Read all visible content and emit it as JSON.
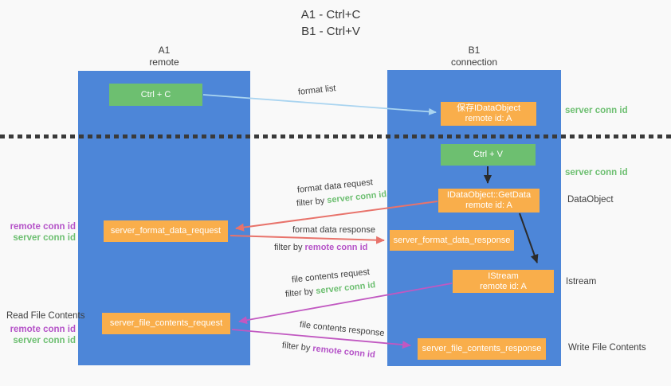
{
  "title": {
    "line1": "A1 - Ctrl+C",
    "line2": "B1 - Ctrl+V"
  },
  "columns": {
    "a": {
      "name": "A1",
      "role": "remote"
    },
    "b": {
      "name": "B1",
      "role": "connection"
    }
  },
  "boxes": {
    "ctrl_c": "Ctrl + C",
    "ctrl_v": "Ctrl + V",
    "save_idataobject": {
      "line1": "保存IDataObject",
      "line2": "remote id: A"
    },
    "getdata": {
      "line1": "IDataObject::GetData",
      "line2": "remote id: A"
    },
    "istream": {
      "line1": "IStream",
      "line2": "remote id: A"
    },
    "server_format_data_request": "server_format_data_request",
    "server_format_data_response": "server_format_data_response",
    "server_file_contents_request": "server_file_contents_request",
    "server_file_contents_response": "server_file_contents_response"
  },
  "arrow_labels": {
    "format_list": "format list",
    "format_data_request": "format data request",
    "format_data_response": "format data response",
    "file_contents_request": "file contents request",
    "file_contents_response": "file contents response",
    "filter_by": "filter by ",
    "server_conn_id": "server conn id",
    "remote_conn_id": "remote conn id"
  },
  "side_labels": {
    "server_conn_id_top": "server conn id",
    "server_conn_id_mid": "server conn id",
    "dataobject": "DataObject",
    "istream": "Istream",
    "write_file_contents": "Write File Contents",
    "read_file_contents": "Read File Contents",
    "remote_conn_id_left1": "remote conn id",
    "server_conn_id_left1": "server conn id",
    "remote_conn_id_left2": "remote conn id",
    "server_conn_id_left2": "server conn id"
  },
  "colors": {
    "background": "#f9f9f9",
    "lane_blue": "#4d86d8",
    "box_green": "#6dbf70",
    "box_orange": "#f9ae4b",
    "arrow_light_blue": "#a9d4f0",
    "arrow_red": "#e8736b",
    "arrow_magenta": "#c158c1",
    "arrow_black": "#2b2b2b",
    "text_green": "#6dbf71",
    "text_purple": "#b553c8",
    "text_dark": "#3c3c3c"
  }
}
